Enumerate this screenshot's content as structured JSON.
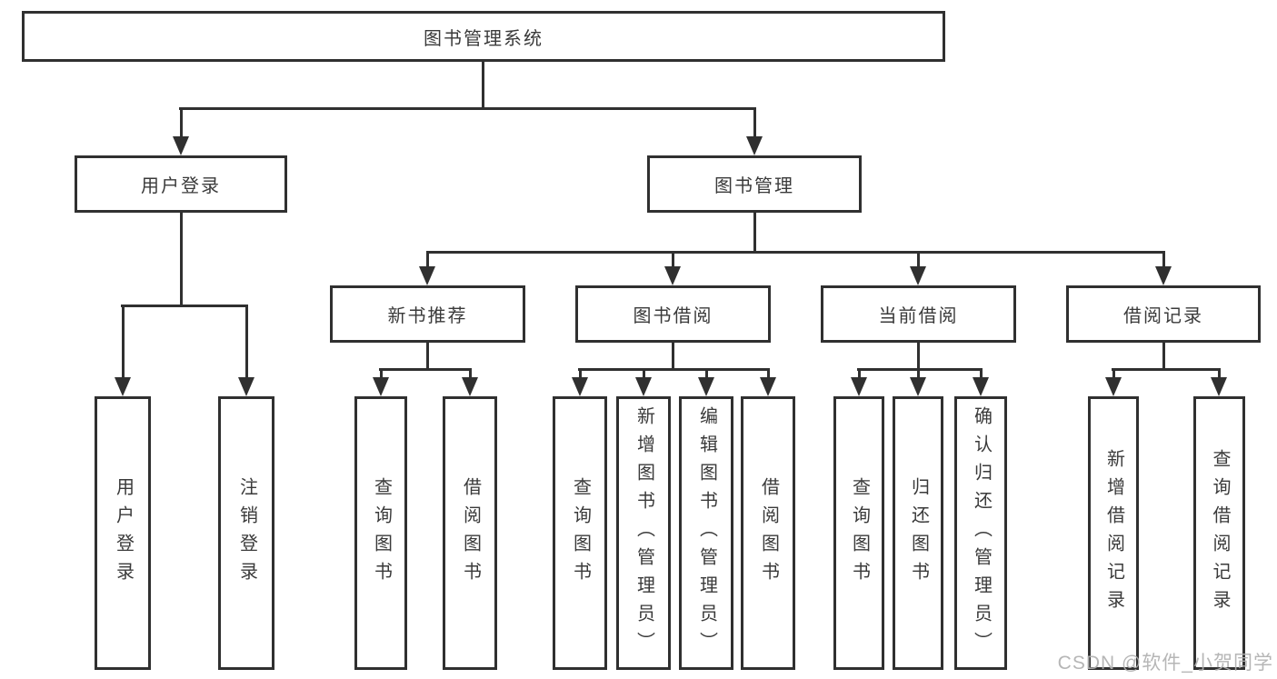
{
  "diagram": {
    "root": {
      "label": "图书管理系统",
      "children": [
        {
          "label": "用户登录",
          "children": [
            {
              "label": "用户登录"
            },
            {
              "label": "注销登录"
            }
          ]
        },
        {
          "label": "图书管理",
          "children": [
            {
              "label": "新书推荐",
              "children": [
                {
                  "label": "查询图书"
                },
                {
                  "label": "借阅图书"
                }
              ]
            },
            {
              "label": "图书借阅",
              "children": [
                {
                  "label": "查询图书"
                },
                {
                  "label": "新增图书（管理员）"
                },
                {
                  "label": "编辑图书（管理员）"
                },
                {
                  "label": "借阅图书"
                }
              ]
            },
            {
              "label": "当前借阅",
              "children": [
                {
                  "label": "查询图书"
                },
                {
                  "label": "归还图书"
                },
                {
                  "label": "确认归还（管理员）"
                }
              ]
            },
            {
              "label": "借阅记录",
              "children": [
                {
                  "label": "新增借阅记录"
                },
                {
                  "label": "查询借阅记录"
                }
              ]
            }
          ]
        }
      ]
    }
  },
  "watermark": {
    "text": "CSDN @软件_小贺同学"
  },
  "colors": {
    "line": "#303030",
    "text": "#3a3a3a",
    "background": "#ffffff",
    "watermark": "#b0b0b0"
  }
}
